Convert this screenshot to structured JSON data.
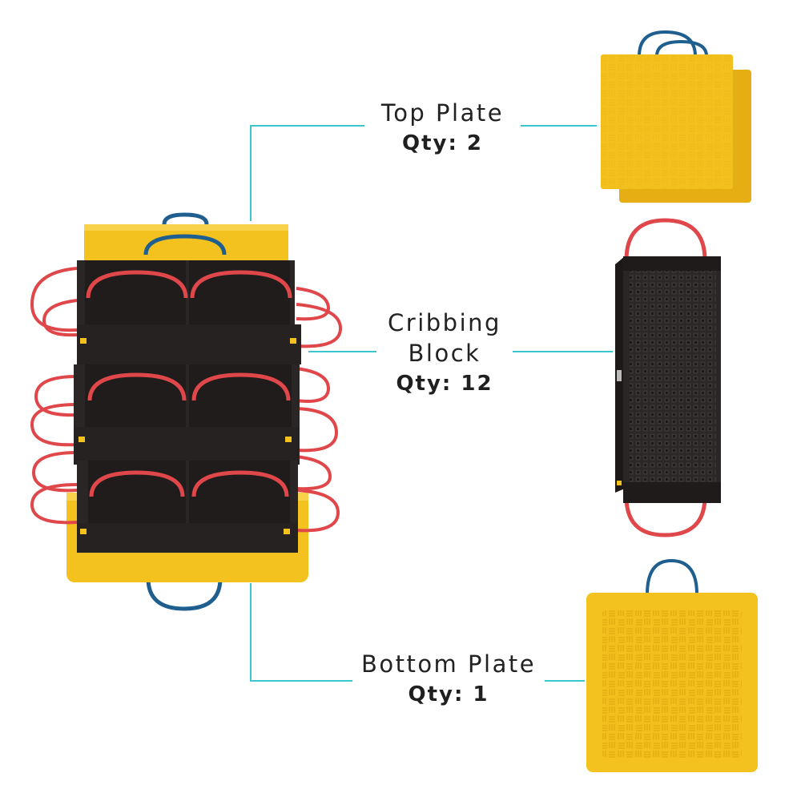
{
  "components": {
    "top_plate": {
      "name": "Top Plate",
      "qty": "Qty: 2"
    },
    "cribbing_block": {
      "name_line1": "Cribbing",
      "name_line2": "Block",
      "qty": "Qty: 12"
    },
    "bottom_plate": {
      "name": "Bottom Plate",
      "qty": "Qty: 1"
    }
  },
  "colors": {
    "leader_line": "#3cc6cf",
    "plate_yellow": "#f4c21e",
    "block_black": "#262221",
    "handle_red": "#e0474a",
    "handle_blue": "#1f5f8f"
  },
  "icons": [
    "cribbing-stack-illustration",
    "top-plate-icon",
    "cribbing-block-icon",
    "bottom-plate-icon"
  ]
}
